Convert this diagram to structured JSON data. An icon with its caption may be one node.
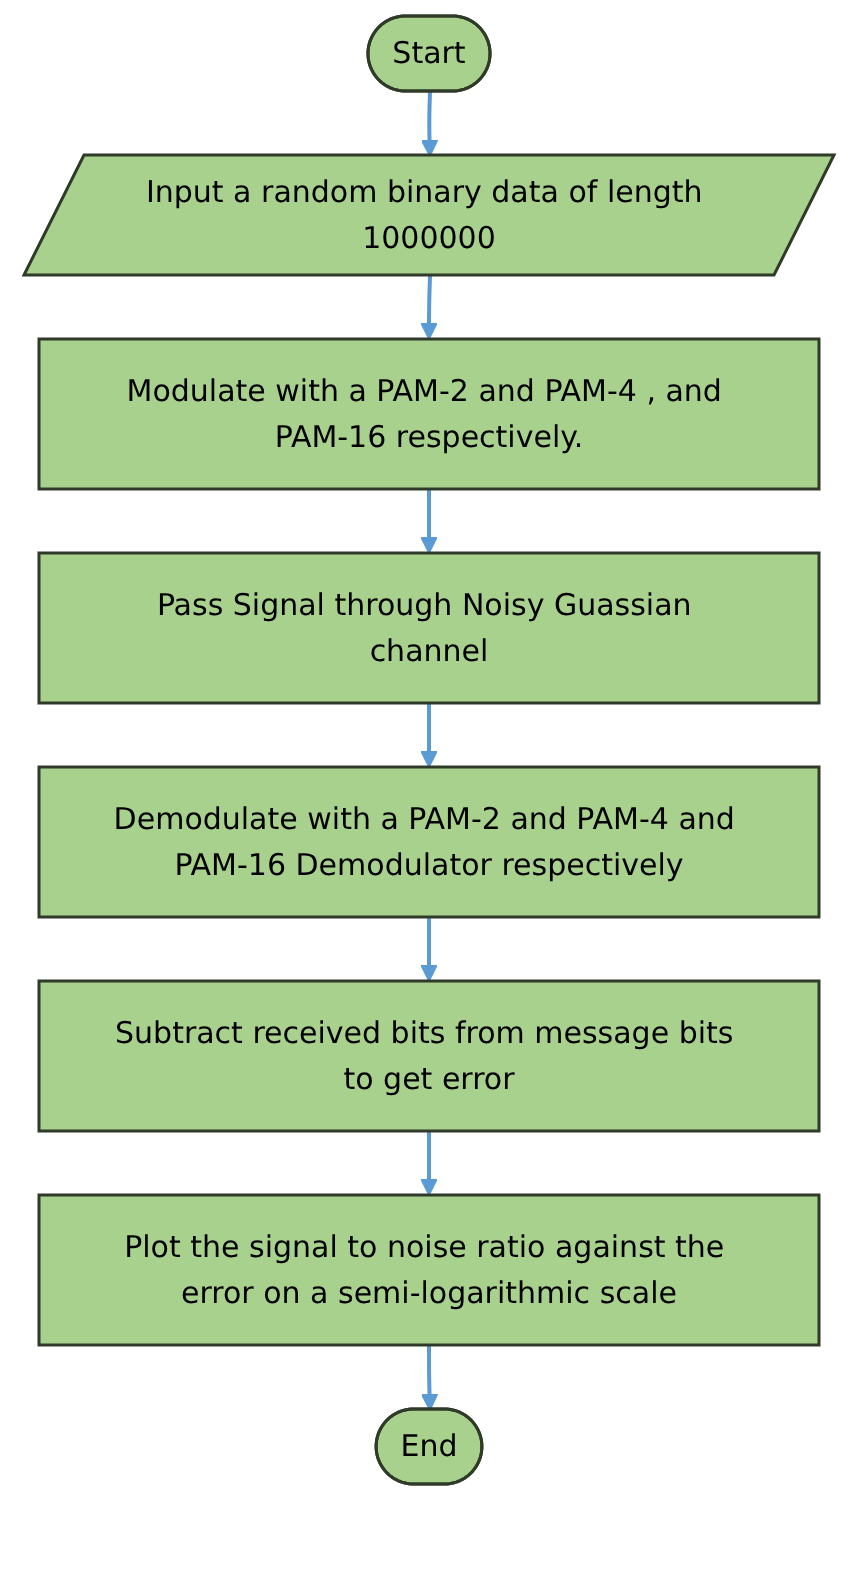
{
  "diagram": {
    "nodes": [
      {
        "text": [
          "Start"
        ]
      },
      {
        "text": [
          "Input a random binary data of length 1000000"
        ]
      },
      {
        "text": [
          "Modulate with a PAM-2 and PAM-4 , and PAM-16 respectively."
        ]
      },
      {
        "text": [
          "Pass Signal through Noisy Guassian channel"
        ]
      },
      {
        "text": [
          "Demodulate with a PAM-2 and PAM-4 and PAM-16 Demodulator respectively"
        ]
      },
      {
        "text": [
          "Subtract received bits from message bits to get error"
        ]
      },
      {
        "text": [
          "Plot the signal to noise ratio against the error on a semi-logarithmic scale"
        ]
      },
      {
        "text": [
          "End"
        ]
      }
    ],
    "edges": [
      {
        "from": 0,
        "to": 1,
        "arrow": "to"
      },
      {
        "from": 1,
        "to": 2,
        "arrow": "to"
      },
      {
        "from": 2,
        "to": 3,
        "arrow": "to"
      },
      {
        "from": 3,
        "to": 4,
        "arrow": "to"
      },
      {
        "from": 4,
        "to": 5,
        "arrow": "to"
      },
      {
        "from": 5,
        "to": 6,
        "arrow": "to"
      },
      {
        "from": 6,
        "to": 7,
        "arrow": "to"
      }
    ]
  }
}
